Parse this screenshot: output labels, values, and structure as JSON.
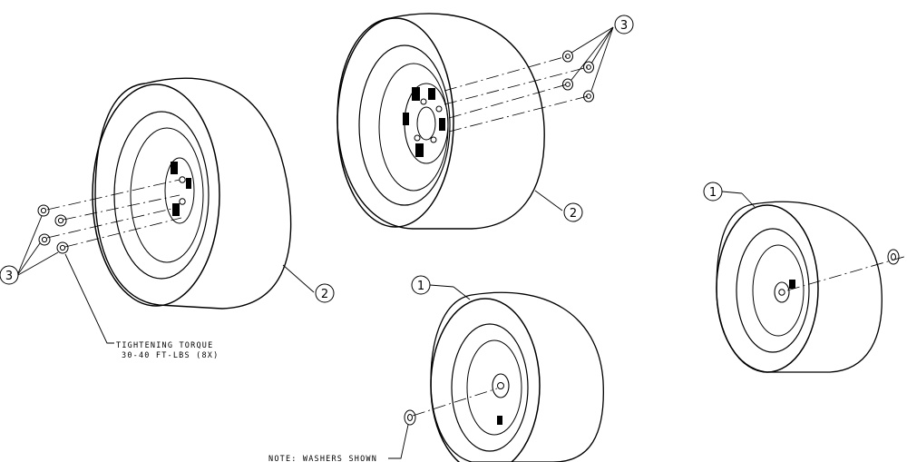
{
  "callouts": {
    "rear_left_nuts": "3",
    "rear_left_tire": "2",
    "rear_right_nuts": "3",
    "rear_right_tire": "2",
    "front_center_tire": "1",
    "front_right_tire": "1"
  },
  "notes": {
    "torque_line1": "TIGHTENING TORQUE",
    "torque_line2": "30-40 FT-LBS (8X)",
    "washers": "NOTE: WASHERS SHOWN"
  },
  "colors": {
    "line": "#000000",
    "background": "#ffffff"
  }
}
